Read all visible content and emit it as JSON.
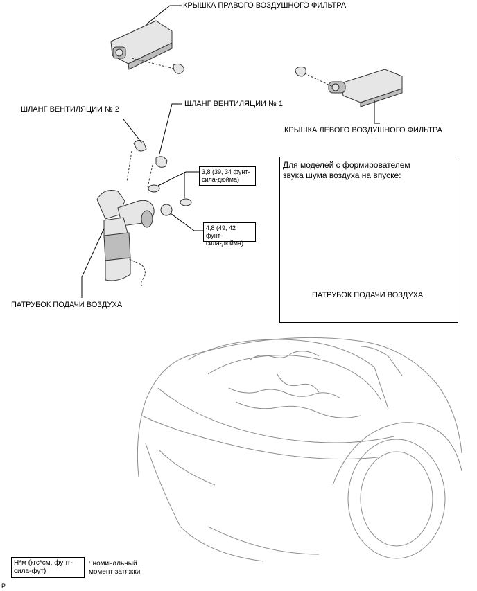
{
  "labels": {
    "right_filter_cover": "КРЫШКА ПРАВОГО ВОЗДУШНОГО ФИЛЬТРА",
    "left_filter_cover": "КРЫШКА ЛЕВОГО ВОЗДУШНОГО ФИЛЬТРА",
    "vent_hose_2": "ШЛАНГ ВЕНТИЛЯЦИИ № 2",
    "vent_hose_1": "ШЛАНГ ВЕНТИЛЯЦИИ № 1",
    "air_intake_pipe": "ПАТРУБОК ПОДАЧИ ВОЗДУХА"
  },
  "torque": {
    "clamp_1_line1": "3,8 (39, 34 фунт-",
    "clamp_1_line2": "сила-дюйма)",
    "clamp_2_line1": "4,8 (49, 42 фунт-",
    "clamp_2_line2": "сила-дюйма)"
  },
  "inset": {
    "title_line1": "Для моделей с формирователем",
    "title_line2": "звука шума воздуха на впуске:",
    "pipe_label": "ПАТРУБОК ПОДАЧИ ВОЗДУХА"
  },
  "legend": {
    "unit_line1": "Н*м (кгс*см, фунт-",
    "unit_line2": "сила-фут)",
    "desc_line1": ": номинальный",
    "desc_line2": "момент затяжки"
  },
  "corner_mark": "P"
}
